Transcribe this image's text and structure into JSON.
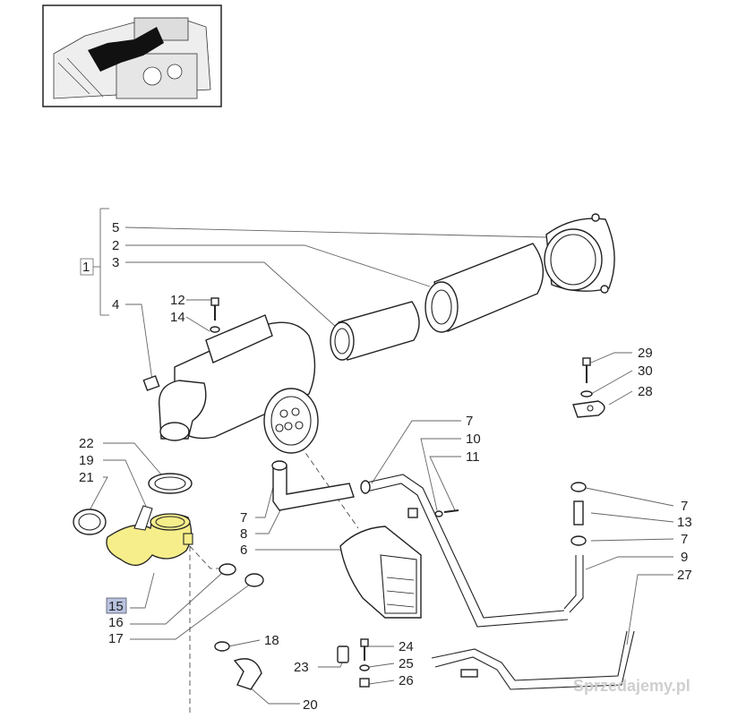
{
  "callouts": {
    "c1": "1",
    "c2": "2",
    "c3": "3",
    "c4": "4",
    "c5": "5",
    "c6": "6",
    "c7a": "7",
    "c7b": "7",
    "c7c": "7",
    "c7d": "7",
    "c8": "8",
    "c9": "9",
    "c10": "10",
    "c11": "11",
    "c12": "12",
    "c13": "13",
    "c14": "14",
    "c15": "15",
    "c16": "16",
    "c17": "17",
    "c18": "18",
    "c19": "19",
    "c20": "20",
    "c21": "21",
    "c22": "22",
    "c23": "23",
    "c24": "24",
    "c25": "25",
    "c26": "26",
    "c27": "27",
    "c28": "28",
    "c29": "29",
    "c30": "30"
  },
  "watermark": "Sprzedajemy.pl",
  "colors": {
    "highlight": "#f6ee8a",
    "highlight_box": "#b9c3e0",
    "line": "#222222"
  }
}
